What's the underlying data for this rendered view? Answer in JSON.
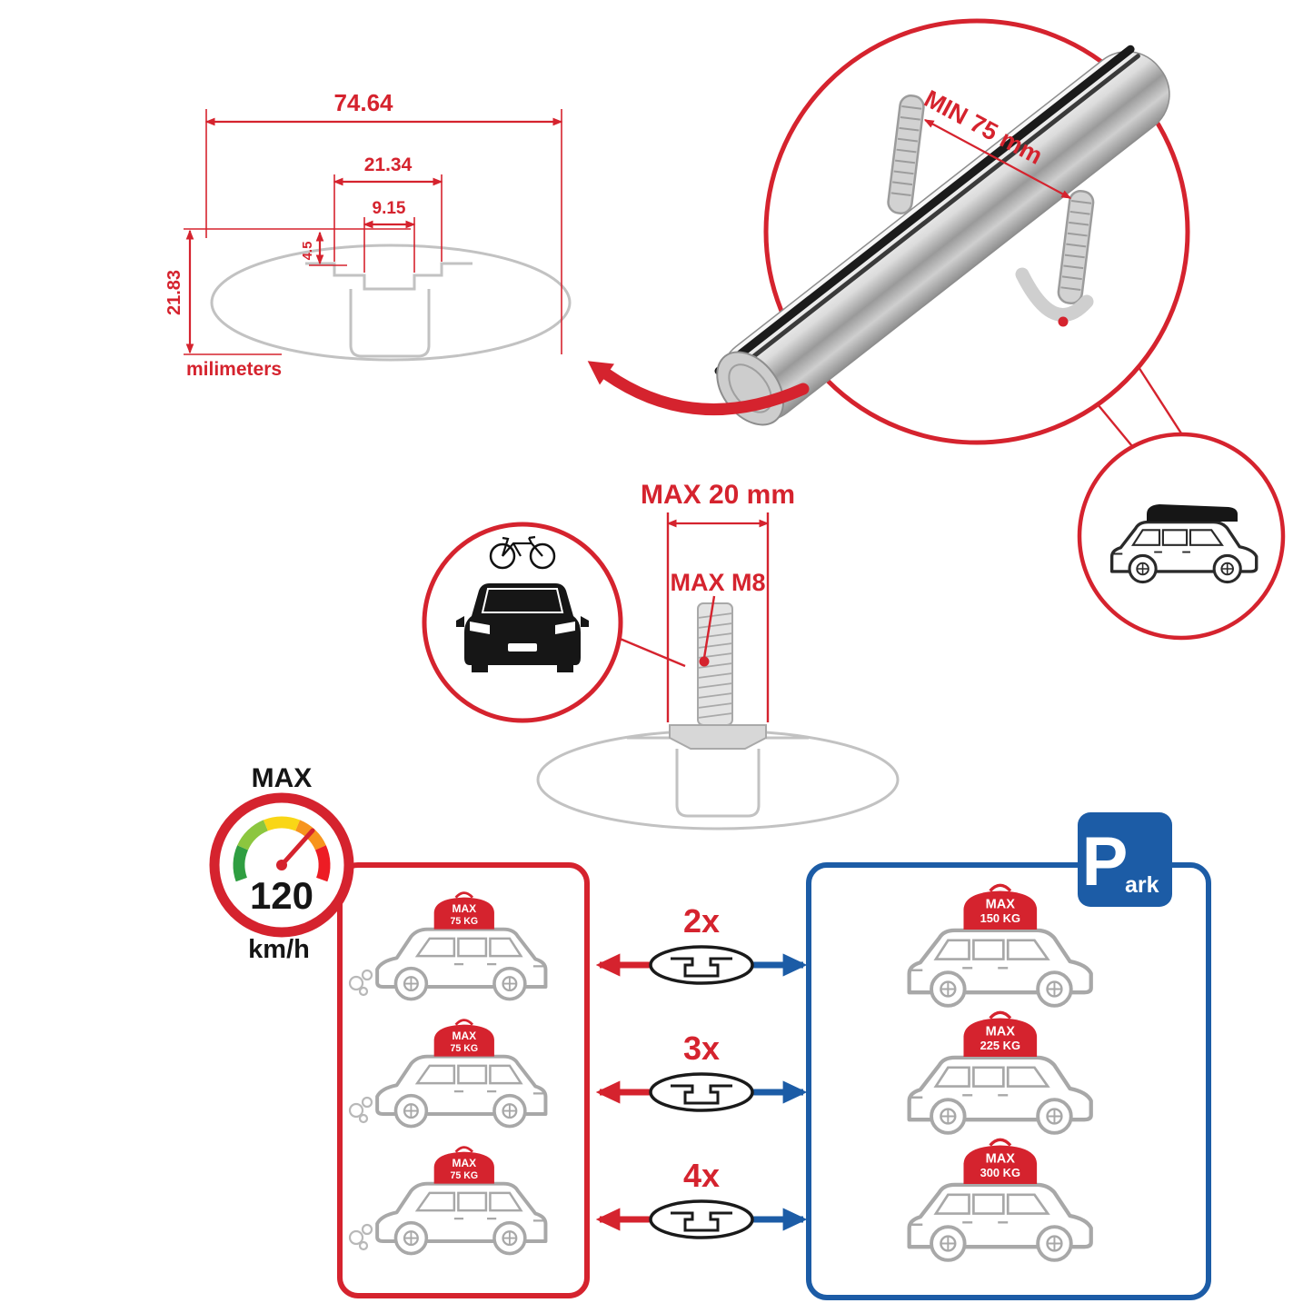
{
  "colors": {
    "red": "#d5232e",
    "blue": "#1c5ca6",
    "gray": "#c2c2c2"
  },
  "profile_dimensions": {
    "total_width": "74.64",
    "channel_width": "21.34",
    "slot_width": "9.15",
    "slot_depth": "4.5",
    "height": "21.83",
    "unit": "milimeters"
  },
  "clamp": {
    "min_label": "MIN 75 mm"
  },
  "bolt": {
    "width_label": "MAX 20 mm",
    "thread_label": "MAX M8"
  },
  "speed": {
    "title": "MAX",
    "value": "120",
    "unit": "km/h"
  },
  "left_panel": {
    "cars": [
      {
        "max": "MAX",
        "weight": "75 KG"
      },
      {
        "max": "MAX",
        "weight": "75 KG"
      },
      {
        "max": "MAX",
        "weight": "75 KG"
      }
    ]
  },
  "crossbars": [
    {
      "count": "2x"
    },
    {
      "count": "3x"
    },
    {
      "count": "4x"
    }
  ],
  "right_panel": {
    "cars": [
      {
        "max": "MAX",
        "weight": "150 KG"
      },
      {
        "max": "MAX",
        "weight": "225 KG"
      },
      {
        "max": "MAX",
        "weight": "300 KG"
      }
    ]
  },
  "parking": {
    "letter": "P",
    "rest": "ark"
  }
}
